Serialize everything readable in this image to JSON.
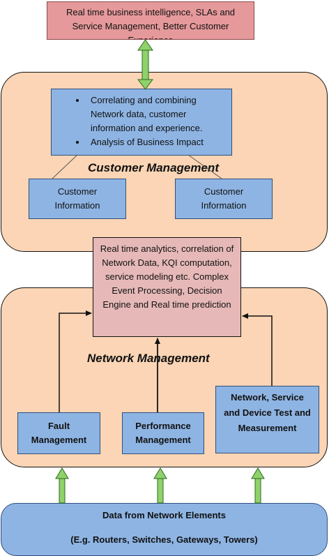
{
  "top_box": {
    "text": "Real time business intelligence, SLAs and Service Management, Better Customer Experience"
  },
  "customer_management": {
    "title": "Customer Management",
    "bullets": [
      "Correlating and combining Network data, customer information and experience.",
      "Analysis of Business Impact"
    ],
    "info_left": "Customer Information",
    "info_right": "Customer Information"
  },
  "analytics_box": {
    "text": "Real time analytics, correlation of Network Data, KQI computation, service modeling etc. Complex Event Processing, Decision Engine and Real time prediction"
  },
  "network_management": {
    "title": "Network Management",
    "fault": "Fault Management",
    "performance": "Performance Management",
    "test": "Network, Service and Device Test and Measurement"
  },
  "data_box": {
    "line1": "Data from Network Elements",
    "line2": "(E.g. Routers, Switches, Gateways, Towers)"
  },
  "colors": {
    "region_fill": "#fbd5b5",
    "top_box_fill": "#e6999b",
    "analytics_fill": "#e6b9b8",
    "blue_box_fill": "#8eb4e3",
    "green_arrow": "#8fd16a"
  }
}
